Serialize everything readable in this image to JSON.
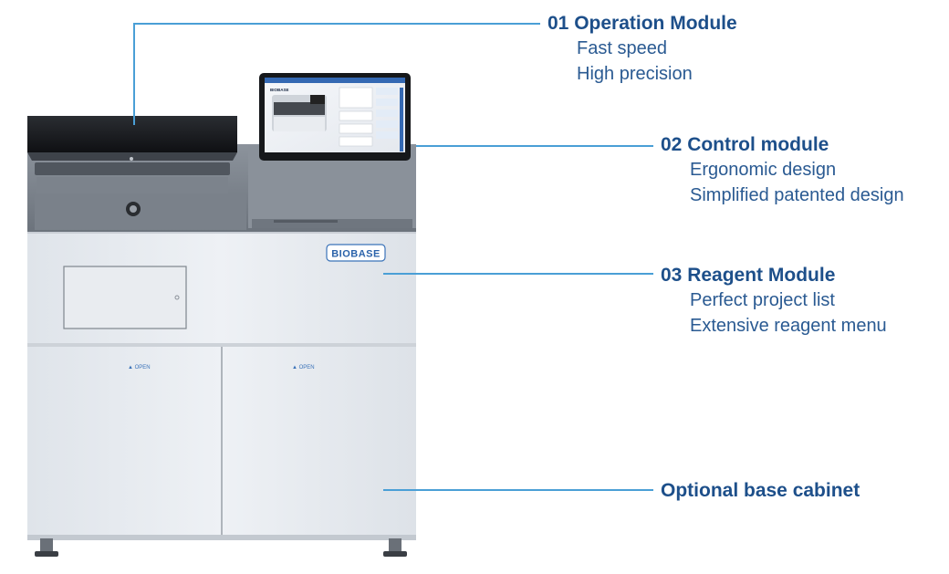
{
  "callouts": [
    {
      "title": "01 Operation Module",
      "lines": [
        "Fast speed",
        "High precision"
      ]
    },
    {
      "title": "02 Control module",
      "lines": [
        "Ergonomic design",
        "Simplified patented design"
      ]
    },
    {
      "title": "03 Reagent Module",
      "lines": [
        "Perfect project list",
        "Extensive reagent menu"
      ]
    },
    {
      "title": "Optional base cabinet",
      "lines": []
    }
  ],
  "device": {
    "brand": "BIOBASE",
    "screen_logo": "BIOBASE",
    "door_left_label": "▲ OPEN",
    "door_right_label": "▲ OPEN"
  },
  "colors": {
    "callout_text": "#1d4f8a",
    "leader_line": "#4a9fd6",
    "body_panel": "#e6eaef",
    "top_dark": "#1c1e22"
  }
}
